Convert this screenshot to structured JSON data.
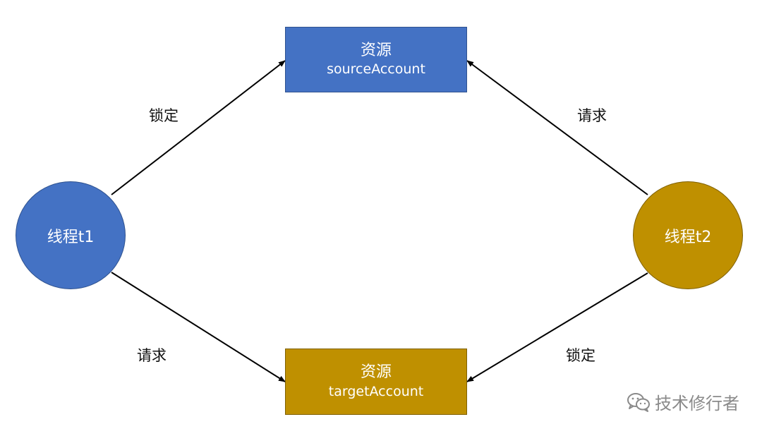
{
  "colors": {
    "blue_fill": "#4472C4",
    "blue_border": "#2F528F",
    "gold_fill": "#BF9000",
    "gold_border": "#7F6000",
    "arrow": "#000000",
    "watermark": "#8a8a8a"
  },
  "nodes": {
    "source_resource": {
      "title": "资源",
      "subtitle": "sourceAccount"
    },
    "target_resource": {
      "title": "资源",
      "subtitle": "targetAccount"
    },
    "thread_t1": {
      "label": "线程t1"
    },
    "thread_t2": {
      "label": "线程t2"
    }
  },
  "edges": [
    {
      "from": "thread_t1",
      "to": "source_resource",
      "label": "锁定"
    },
    {
      "from": "thread_t2",
      "to": "source_resource",
      "label": "请求"
    },
    {
      "from": "thread_t1",
      "to": "target_resource",
      "label": "请求"
    },
    {
      "from": "thread_t2",
      "to": "target_resource",
      "label": "锁定"
    }
  ],
  "watermark": {
    "icon": "wechat-icon",
    "text": "技术修行者"
  }
}
